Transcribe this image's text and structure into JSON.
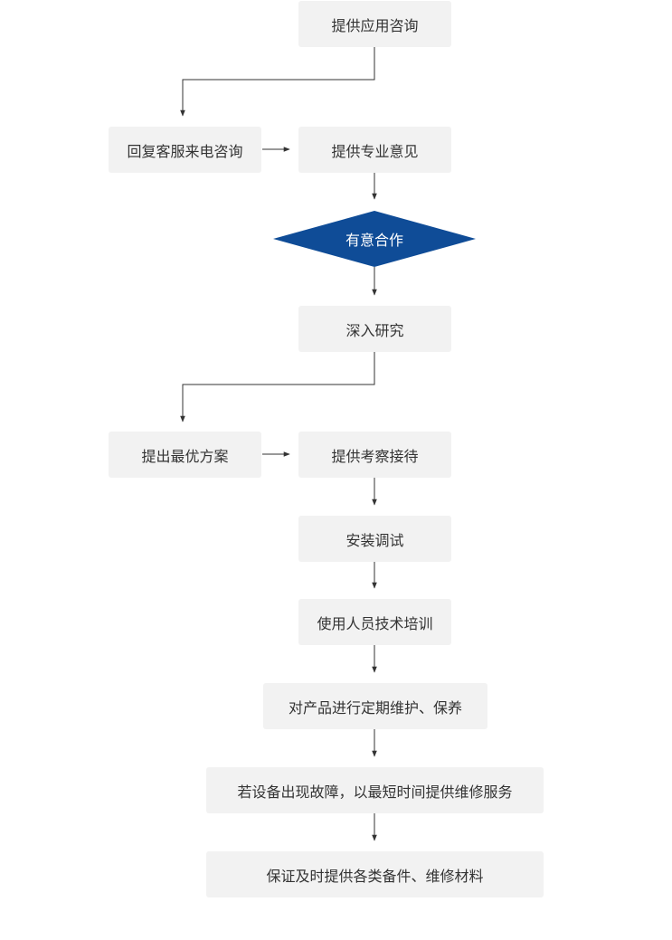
{
  "steps": {
    "s1": "提供应用咨询",
    "s2_left": "回复客服来电咨询",
    "s2_right": "提供专业意见",
    "decision": "有意合作",
    "s3": "深入研究",
    "s4_left": "提出最优方案",
    "s4_right": "提供考察接待",
    "s5": "安装调试",
    "s6": "使用人员技术培训",
    "s7": "对产品进行定期维护、保养",
    "s8": "若设备出现故障，以最短时间提供维修服务",
    "s9": "保证及时提供各类备件、维修材料"
  },
  "colors": {
    "box_bg": "#f2f2f2",
    "decision_fill": "#0f4c97",
    "line": "#333333",
    "text": "#333333"
  }
}
